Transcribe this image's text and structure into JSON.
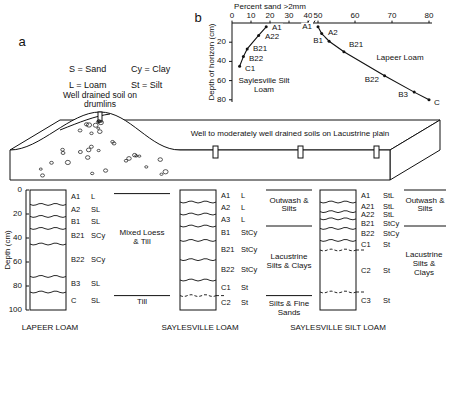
{
  "diagram": {
    "labels": [
      "a",
      "S = Sand",
      "Cy = Clay",
      "L = Loam",
      "St = Silt",
      "b",
      "Percent sand >2mm",
      "0",
      "10",
      "20",
      "30",
      "40",
      "50",
      "60",
      "70",
      "80",
      "20",
      "40",
      "60",
      "80",
      "Depth of horizon (cm)",
      "A1",
      "A22",
      "B21",
      "B22",
      "C1",
      "Saylesville Silt Loam",
      "A1",
      "A2",
      "B1",
      "B21",
      "B22",
      "B3",
      "C",
      "Lapeer Loam",
      "Well drained soil on drumlins",
      "Well to moderately well drained soils on Lacustrine plain",
      "0",
      "20",
      "40",
      "60",
      "80",
      "100",
      "Depth (cm)",
      "A1",
      "L",
      "A2",
      "SL",
      "B1",
      "SL",
      "B21",
      "SCy",
      "B22",
      "SCy",
      "B3",
      "SL",
      "C",
      "SL",
      "Mixed Loess & Till",
      "Till",
      "LAPEER LOAM",
      "A1",
      "L",
      "A2",
      "L",
      "A3",
      "L",
      "B1",
      "StCy",
      "B21",
      "StCy",
      "B22",
      "StCy",
      "C1",
      "St",
      "C2",
      "St",
      "Outwash & Silts",
      "Lacustrine Silts & Clays",
      "Silts & Fine Sands",
      "SAYLESVILLE LOAM",
      "A1",
      "StL",
      "A21",
      "StL",
      "A22",
      "StL",
      "B21",
      "StCy",
      "B22",
      "StCy",
      "C1",
      "St",
      "C2",
      "St",
      "C3",
      "St",
      "Outwash & Silts",
      "Lacustrine Silts & Clays",
      "SAYLESVILLE SILT LOAM"
    ]
  }
}
